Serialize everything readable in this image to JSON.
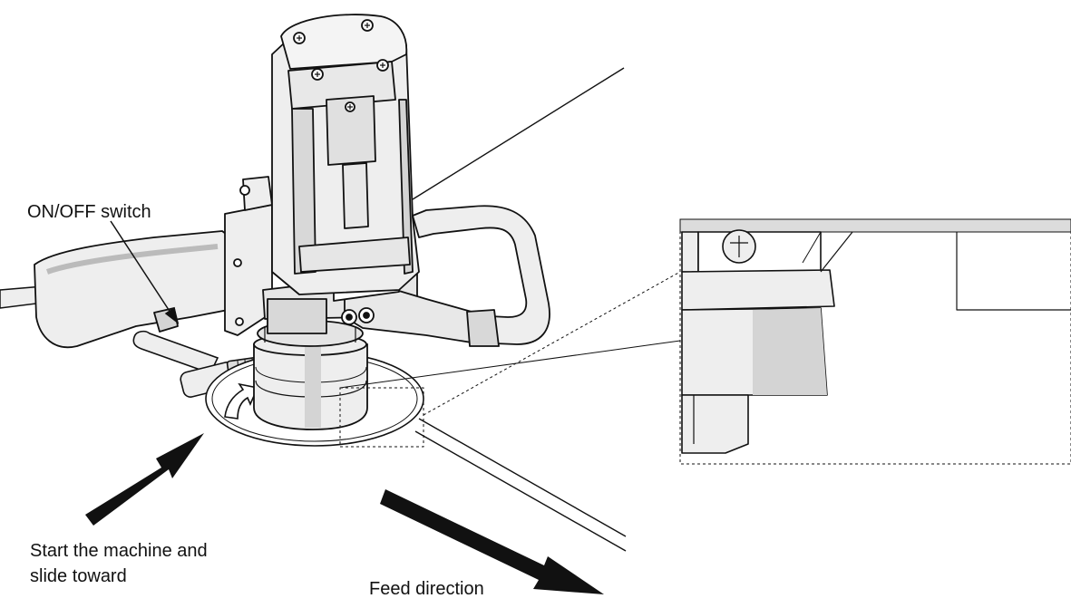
{
  "labels": {
    "switch": "ON/OFF switch",
    "start_line1": "Start the machine and",
    "start_line2": "slide toward",
    "feed": "Feed direction"
  },
  "colors": {
    "ink": "#111111",
    "body_fill": "#eeeeee",
    "shade": "#d4d4d4",
    "highlight": "#ffffff"
  }
}
